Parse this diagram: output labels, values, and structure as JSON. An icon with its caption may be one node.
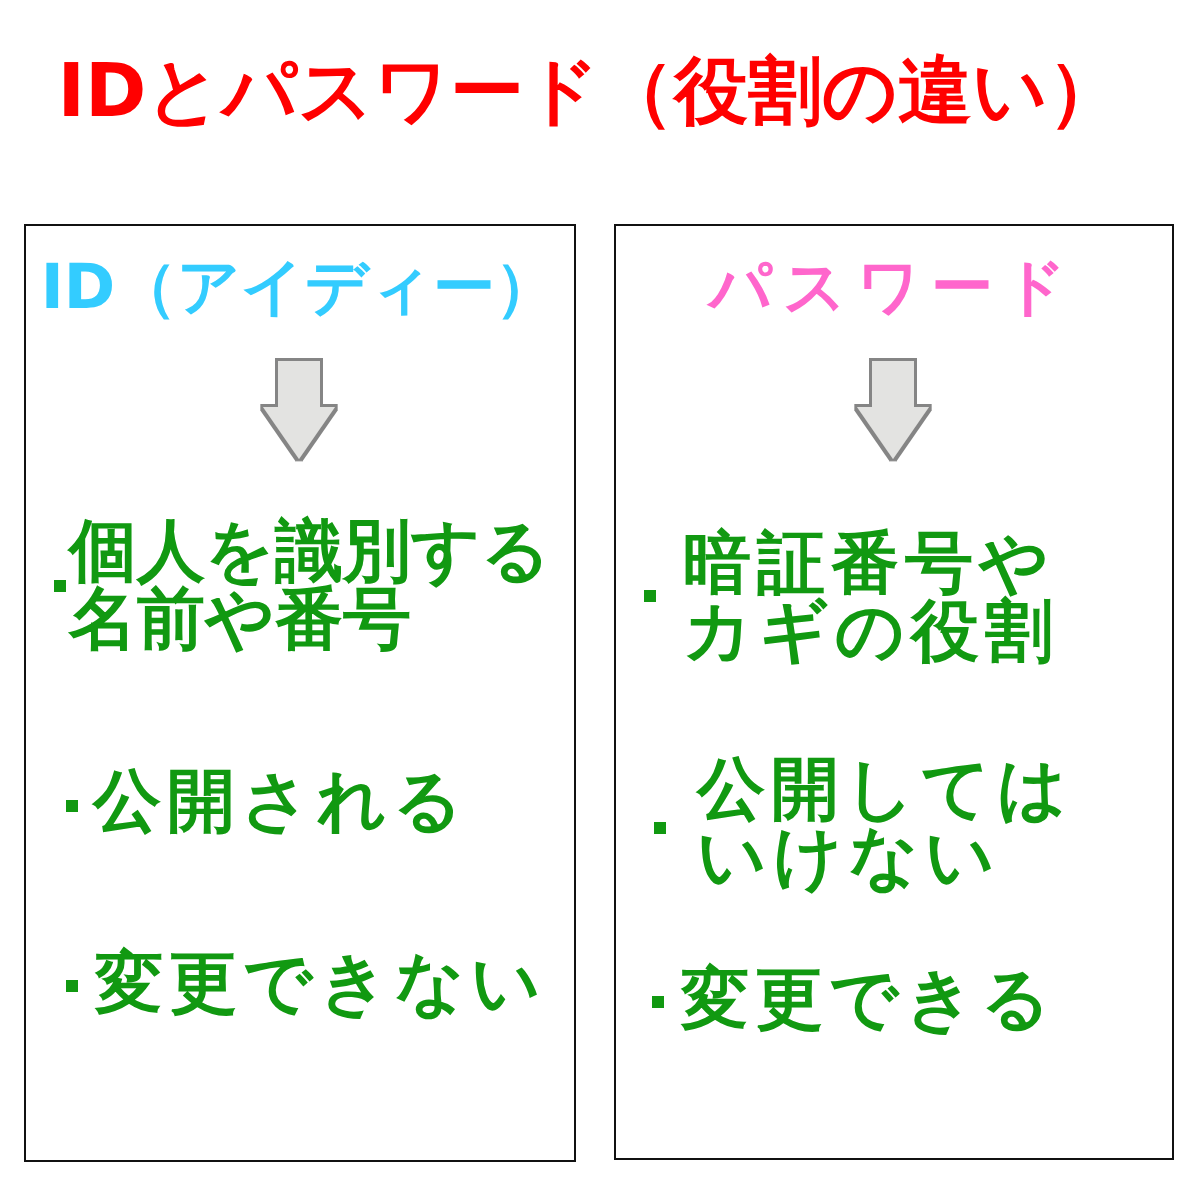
{
  "diagram": {
    "title": "IDとパスワード（役割の違い）",
    "nodes": [
      {
        "text": [],
        "shape": "box"
      },
      {
        "text": [
          "ID（アイディー）"
        ],
        "in": 0
      },
      {
        "text": [
          "個人を識別する名前や番号",
          "公開される",
          "変更できない"
        ],
        "in": 0
      },
      {
        "text": [],
        "shape": "box"
      },
      {
        "text": [
          "パスワード"
        ],
        "in": 3
      },
      {
        "text": [
          "暗証番号やカギの役割",
          "公開してはいけない",
          "変更できる"
        ],
        "in": 3
      }
    ],
    "edges": [
      {
        "from": 1,
        "to": 2,
        "arrow": "to"
      },
      {
        "from": 4,
        "to": 5,
        "arrow": "to"
      }
    ]
  }
}
